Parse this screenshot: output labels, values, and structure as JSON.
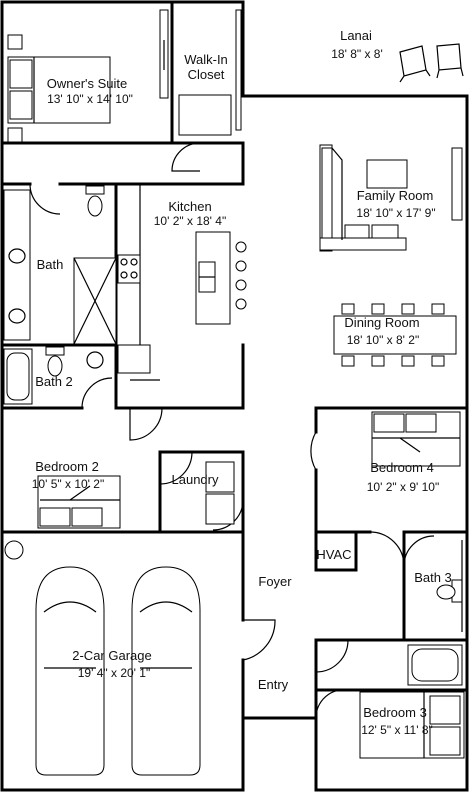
{
  "rooms": {
    "owners_suite": {
      "name": "Owner's Suite",
      "dims": "13' 10\" x 14' 10\""
    },
    "walk_in_closet": {
      "line1": "Walk-In",
      "line2": "Closet"
    },
    "lanai": {
      "name": "Lanai",
      "dims": "18' 8\" x 8'"
    },
    "kitchen": {
      "name": "Kitchen",
      "dims": "10' 2\" x 18' 4\""
    },
    "family_room": {
      "name": "Family Room",
      "dims": "18' 10\" x 17' 9\""
    },
    "bath": {
      "name": "Bath"
    },
    "dining_room": {
      "name": "Dining Room",
      "dims": "18' 10\" x 8' 2\""
    },
    "bath_2": {
      "name": "Bath 2"
    },
    "bedroom_2": {
      "name": "Bedroom 2",
      "dims": "10' 5\" x 10' 2\""
    },
    "laundry": {
      "name": "Laundry"
    },
    "bedroom_4": {
      "name": "Bedroom 4",
      "dims": "10' 2\" x 9' 10\""
    },
    "hvac": {
      "name": "HVAC"
    },
    "foyer": {
      "name": "Foyer"
    },
    "bath_3": {
      "name": "Bath 3"
    },
    "garage": {
      "name": "2-Car Garage",
      "dims": "19' 4\" x 20' 1\""
    },
    "entry": {
      "name": "Entry"
    },
    "bedroom_3": {
      "name": "Bedroom 3",
      "dims": "12' 5\" x 11' 8\""
    }
  }
}
